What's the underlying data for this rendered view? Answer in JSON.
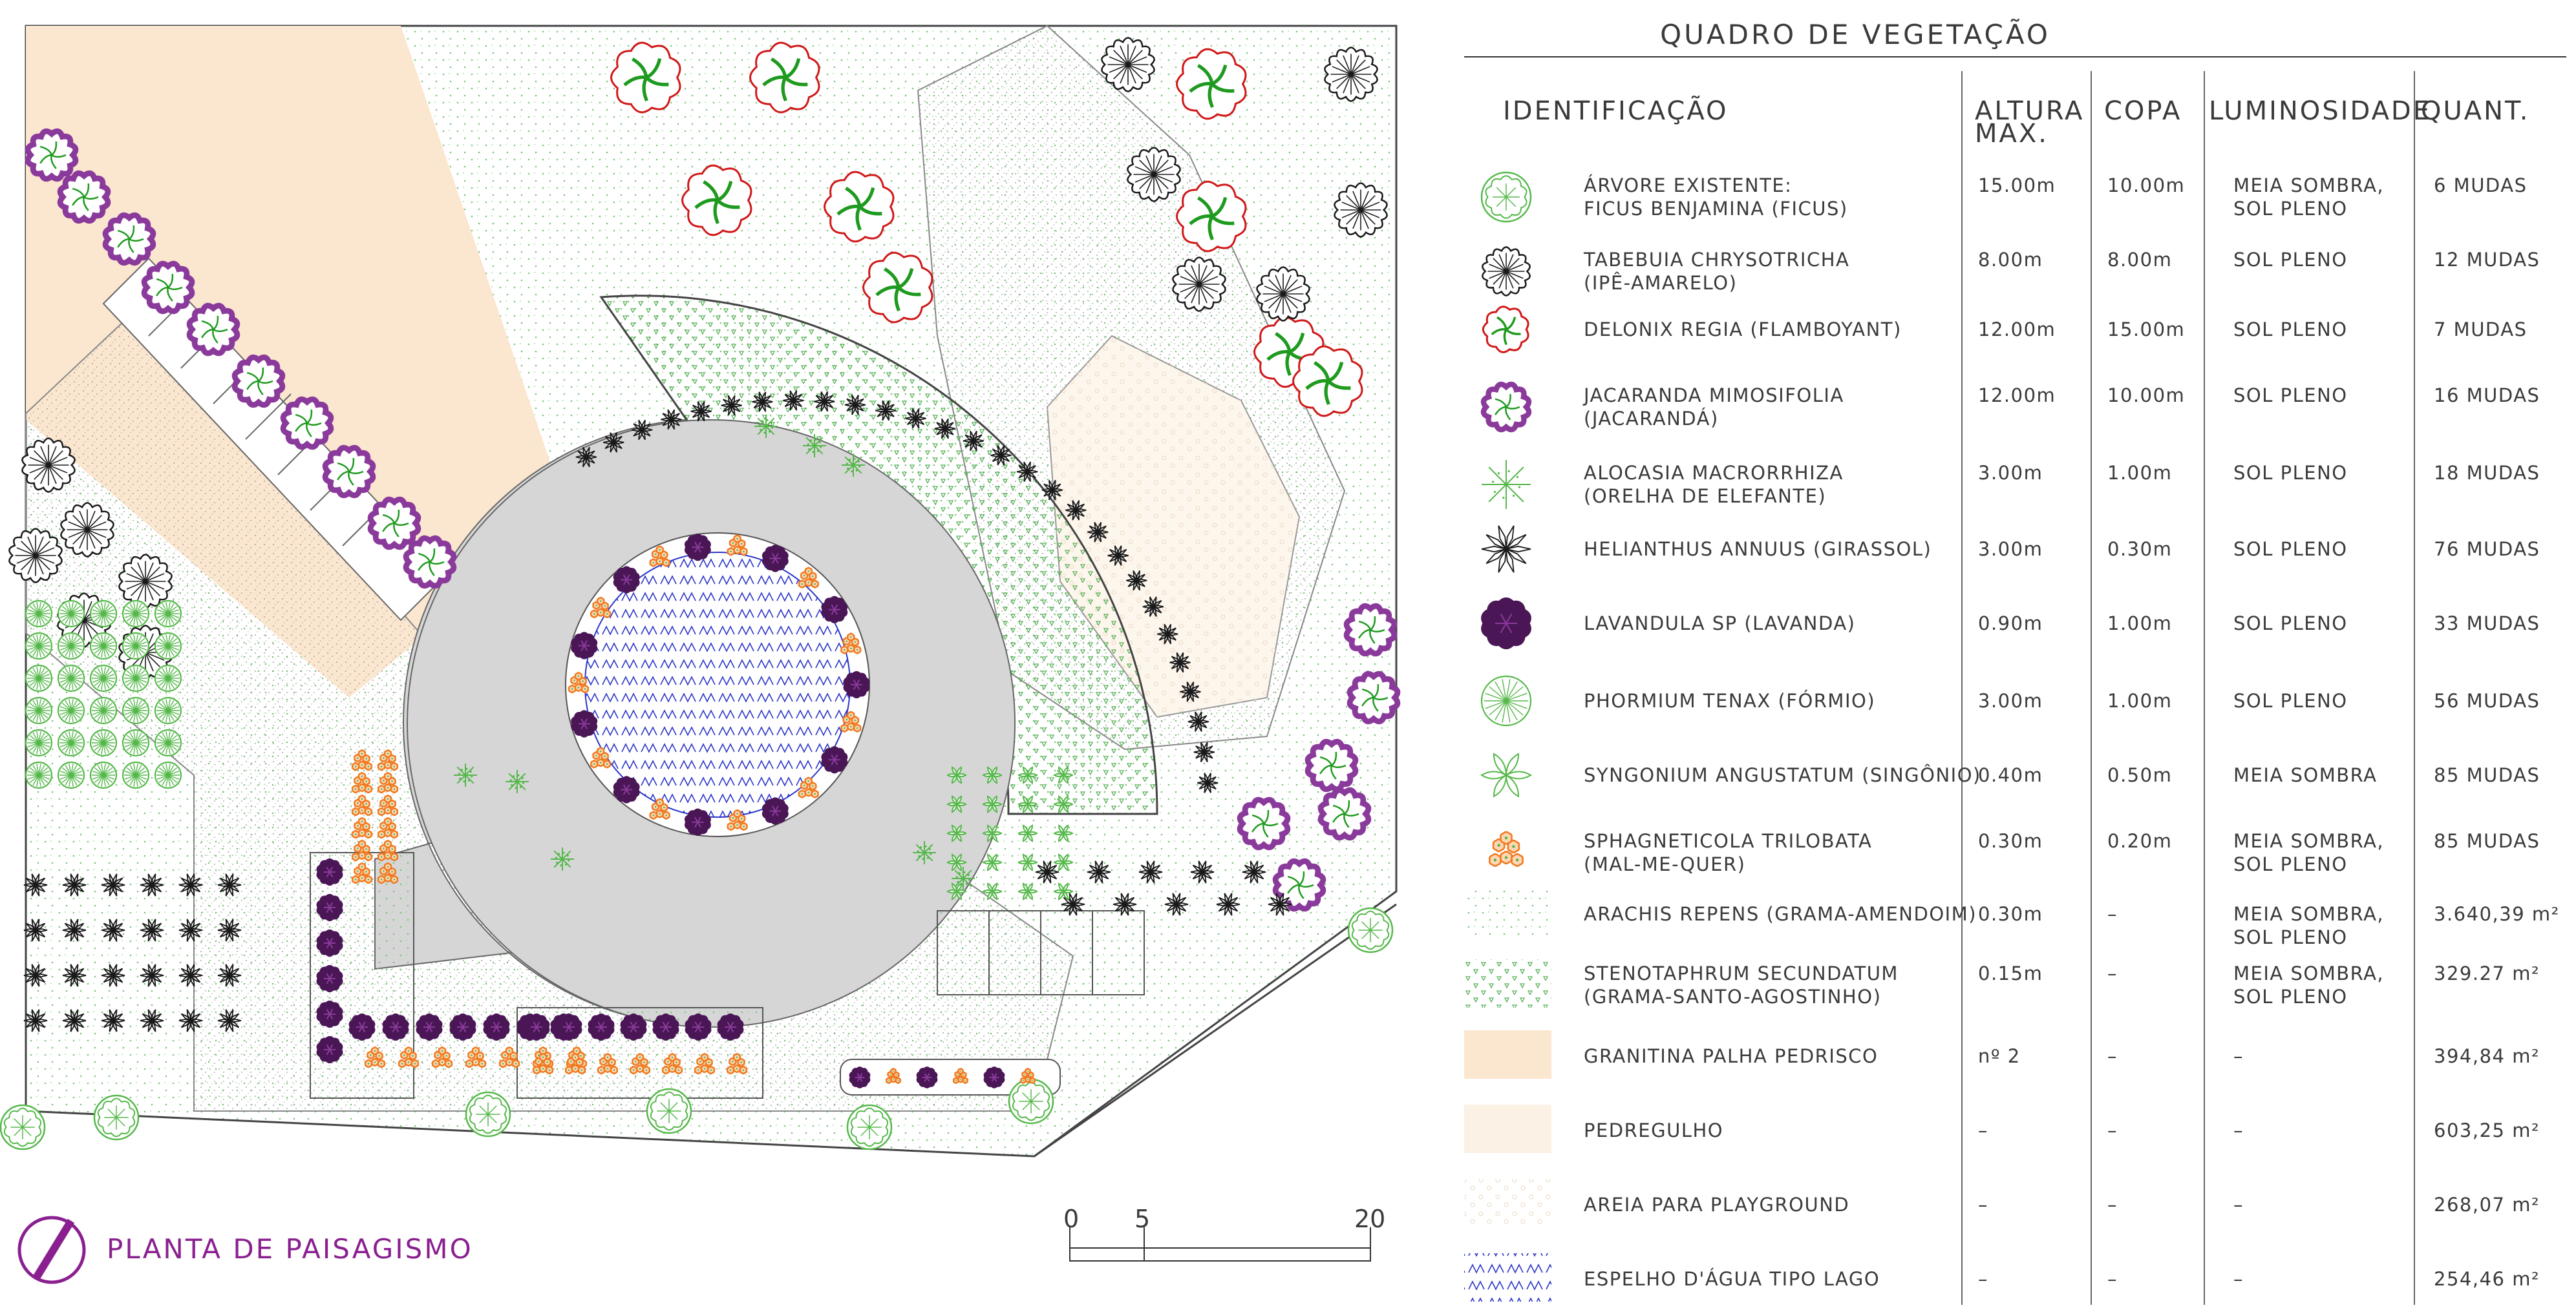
{
  "plan": {
    "title": "PLANTA DE PAISAGISMO",
    "scale": {
      "labels": [
        "0",
        "5",
        "20"
      ]
    }
  },
  "table": {
    "title": "QUADRO DE VEGETAÇÃO",
    "headers": {
      "identificacao": "IDENTIFICAÇÃO",
      "altura_1": "ALTURA",
      "altura_2": "MAX.",
      "copa": "COPA",
      "luminosidade": "LUMINOSIDADE",
      "quant": "QUANT."
    },
    "rows": [
      {
        "symbol": "ficus",
        "name": [
          "ÁRVORE EXISTENTE:",
          "FICUS BENJAMINA (FICUS)"
        ],
        "altura": "15.00m",
        "copa": "10.00m",
        "luz": [
          "MEIA SOMBRA,",
          "SOL PLENO"
        ],
        "quant": "6 MUDAS"
      },
      {
        "symbol": "ipe",
        "name": [
          "TABEBUIA CHRYSOTRICHA",
          "(IPÊ-AMARELO)"
        ],
        "altura": "8.00m",
        "copa": "8.00m",
        "luz": [
          "SOL PLENO"
        ],
        "quant": "12 MUDAS"
      },
      {
        "symbol": "flamboyant",
        "name": [
          "DELONIX REGIA (FLAMBOYANT)"
        ],
        "altura": "12.00m",
        "copa": "15.00m",
        "luz": [
          "SOL PLENO"
        ],
        "quant": "7 MUDAS"
      },
      {
        "symbol": "jacaranda",
        "name": [
          "JACARANDA MIMOSIFOLIA",
          "(JACARANDÁ)"
        ],
        "altura": "12.00m",
        "copa": "10.00m",
        "luz": [
          "SOL PLENO"
        ],
        "quant": "16 MUDAS"
      },
      {
        "symbol": "alocasia",
        "name": [
          "ALOCASIA MACRORRHIZA",
          "(ORELHA DE ELEFANTE)"
        ],
        "altura": "3.00m",
        "copa": "1.00m",
        "luz": [
          "SOL PLENO"
        ],
        "quant": "18 MUDAS"
      },
      {
        "symbol": "girassol",
        "name": [
          "HELIANTHUS ANNUUS (GIRASSOL)"
        ],
        "altura": "3.00m",
        "copa": "0.30m",
        "luz": [
          "SOL PLENO"
        ],
        "quant": "76 MUDAS"
      },
      {
        "symbol": "lavanda",
        "name": [
          "LAVANDULA SP (LAVANDA)"
        ],
        "altura": "0.90m",
        "copa": "1.00m",
        "luz": [
          "SOL PLENO"
        ],
        "quant": "33 MUDAS"
      },
      {
        "symbol": "formio",
        "name": [
          "PHORMIUM TENAX (FÓRMIO)"
        ],
        "altura": "3.00m",
        "copa": "1.00m",
        "luz": [
          "SOL PLENO"
        ],
        "quant": "56 MUDAS"
      },
      {
        "symbol": "singonio",
        "name": [
          "SYNGONIUM ANGUSTATUM (SINGÔNIO)"
        ],
        "altura": "0.40m",
        "copa": "0.50m",
        "luz": [
          "MEIA SOMBRA"
        ],
        "quant": "85 MUDAS"
      },
      {
        "symbol": "malmequer",
        "name": [
          "SPHAGNETICOLA TRILOBATA",
          "(MAL-ME-QUER)"
        ],
        "altura": "0.30m",
        "copa": "0.20m",
        "luz": [
          "MEIA SOMBRA,",
          "SOL PLENO"
        ],
        "quant": "85 MUDAS"
      },
      {
        "symbol": "grama_amendoim",
        "name": [
          "ARACHIS REPENS (GRAMA-AMENDOIM)"
        ],
        "altura": "0.30m",
        "copa": "–",
        "luz": [
          "MEIA SOMBRA,",
          "SOL PLENO"
        ],
        "quant": "3.640,39 m²"
      },
      {
        "symbol": "grama_santo",
        "name": [
          "STENOTAPHRUM SECUNDATUM",
          "(GRAMA-SANTO-AGOSTINHO)"
        ],
        "altura": "0.15m",
        "copa": "–",
        "luz": [
          "MEIA SOMBRA,",
          "SOL PLENO"
        ],
        "quant": "329.27 m²"
      },
      {
        "symbol": "granitina",
        "name": [
          "GRANITINA PALHA PEDRISCO"
        ],
        "altura": "nº 2",
        "copa": "–",
        "luz": [
          "–"
        ],
        "quant": "394,84 m²"
      },
      {
        "symbol": "pedregulho",
        "name": [
          "PEDREGULHO"
        ],
        "altura": "–",
        "copa": "–",
        "luz": [
          "–"
        ],
        "quant": "603,25 m²"
      },
      {
        "symbol": "areia",
        "name": [
          "AREIA PARA PLAYGROUND"
        ],
        "altura": "–",
        "copa": "–",
        "luz": [
          "–"
        ],
        "quant": "268,07 m²"
      },
      {
        "symbol": "espelho",
        "name": [
          "ESPELHO D'ÁGUA TIPO LAGO"
        ],
        "altura": "–",
        "copa": "–",
        "luz": [
          "–"
        ],
        "quant": "254,46 m²"
      }
    ]
  },
  "colors": {
    "ficus_green": "#55b84a",
    "dark_plant": "#1a1a1a",
    "flamboyant_red": "#d01818",
    "branch_green": "#1e9a1e",
    "jacaranda_purple": "#8a3a9a",
    "lavanda_dark": "#4a1656",
    "malmequer_orange": "#f07a20",
    "granitina": "#fbe6cf",
    "pedregulho": "#fbf1e4",
    "areia": "#fdf6ec",
    "lago_blue": "#2a34c8",
    "paving_gray": "#d6d6d6",
    "title_purple": "#8a2090"
  }
}
